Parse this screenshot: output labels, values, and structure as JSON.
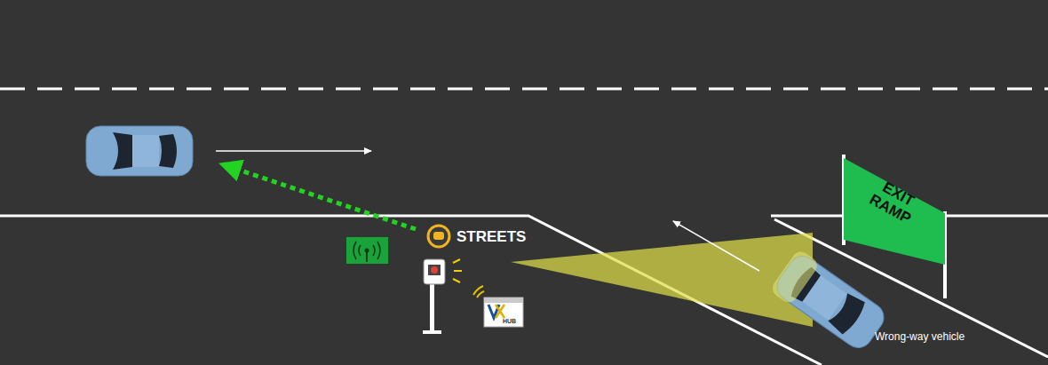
{
  "diagram": {
    "nodes": [
      {
        "text": [
          "EXIT RAMP"
        ]
      }
    ],
    "labels": [
      "STREETS",
      "HUB",
      "Wrong-way vehicle"
    ]
  }
}
